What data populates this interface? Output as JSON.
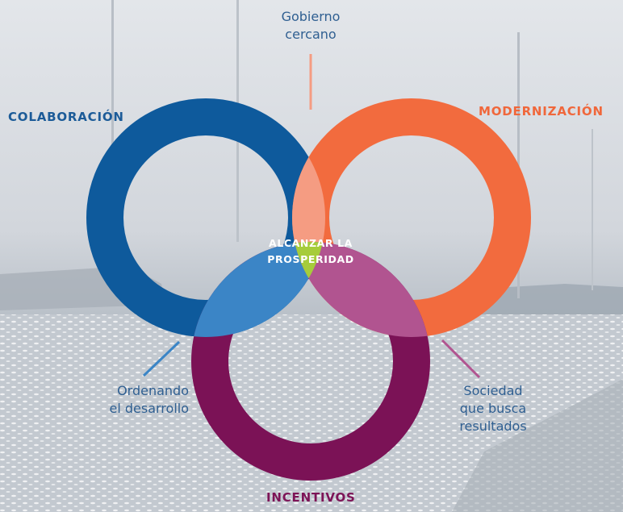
{
  "colors": {
    "colaboracion": "#0e5a9c",
    "modernizacion": "#f26b3e",
    "incentivos": "#7b1256",
    "gobierno_cercano": "#f59c82",
    "ordenando": "#3b85c6",
    "sociedad": "#b15490",
    "centro": "#a6cc3b",
    "label_blue": "#1c5b98",
    "label_orange": "#f0673b",
    "label_purple": "#7d1457",
    "thin_text": "#2f5f91"
  },
  "labels": {
    "colaboracion": "COLABORACIÓN",
    "modernizacion": "MODERNIZACIÓN",
    "incentivos": "INCENTIVOS",
    "gobierno_cercano": [
      "Gobierno",
      "cercano"
    ],
    "ordenando": [
      "Ordenando",
      "el desarrollo"
    ],
    "sociedad": [
      "Sociedad",
      "que busca",
      "resultados"
    ],
    "centro": [
      "ALCANZAR LA",
      "PROSPERIDAD"
    ]
  }
}
